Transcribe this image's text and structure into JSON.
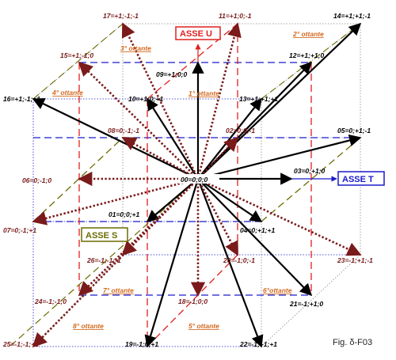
{
  "figure": {
    "caption": "Fig. δ-F03",
    "center_label": "00=0;0;0",
    "axes": [
      {
        "id": "U",
        "label": "ASSE U",
        "color": "#e02020"
      },
      {
        "id": "T",
        "label": "ASSE T",
        "color": "#1a1acc"
      },
      {
        "id": "S",
        "label": "ASSE S",
        "color": "#6b6b00"
      }
    ],
    "octants": [
      {
        "label": "1° ottante"
      },
      {
        "label": "2° ottante"
      },
      {
        "label": "3° ottante"
      },
      {
        "label": "4° ottante"
      },
      {
        "label": "5° ottante"
      },
      {
        "label": "6°ottante"
      },
      {
        "label": "7° ottante"
      },
      {
        "label": "8° ottante"
      }
    ],
    "nodes": [
      {
        "label": "01=0;0;+1",
        "style": "solid"
      },
      {
        "label": "02=0;0;-1",
        "style": "dotted"
      },
      {
        "label": "03=0;+1;0",
        "style": "solid"
      },
      {
        "label": "04=0;+1;+1",
        "style": "solid"
      },
      {
        "label": "05=0;+1;-1",
        "style": "solid"
      },
      {
        "label": "06=0;-1;0",
        "style": "dotted"
      },
      {
        "label": "07=0;-1;+1",
        "style": "dotted"
      },
      {
        "label": "08=0;-1;-1",
        "style": "dotted"
      },
      {
        "label": "09=+1;0;0",
        "style": "solid"
      },
      {
        "label": "10=+1;0;+1",
        "style": "solid"
      },
      {
        "label": "11=+1;0;-1",
        "style": "dotted"
      },
      {
        "label": "12=+1;+1;0",
        "style": "solid"
      },
      {
        "label": "13=+1;+1;+1",
        "style": "solid"
      },
      {
        "label": "14=+1;+1;-1",
        "style": "solid"
      },
      {
        "label": "15=+1;-1;0",
        "style": "dotted"
      },
      {
        "label": "16=+1;-1;+1",
        "style": "solid"
      },
      {
        "label": "17=+1;-1;-1",
        "style": "dotted"
      },
      {
        "label": "18=-1;0;0",
        "style": "dotted"
      },
      {
        "label": "19=-1;0;+1",
        "style": "solid"
      },
      {
        "label": "20=-1;0;-1",
        "style": "dotted"
      },
      {
        "label": "21=-1;+1;0",
        "style": "solid"
      },
      {
        "label": "22=-1;+1;+1",
        "style": "solid"
      },
      {
        "label": "23=-1;+1;-1",
        "style": "dotted"
      },
      {
        "label": "24=-1;-1;0",
        "style": "dotted"
      },
      {
        "label": "25=-1;-1;+1",
        "style": "dotted"
      },
      {
        "label": "26=-1;-1;-1",
        "style": "dotted"
      }
    ]
  }
}
